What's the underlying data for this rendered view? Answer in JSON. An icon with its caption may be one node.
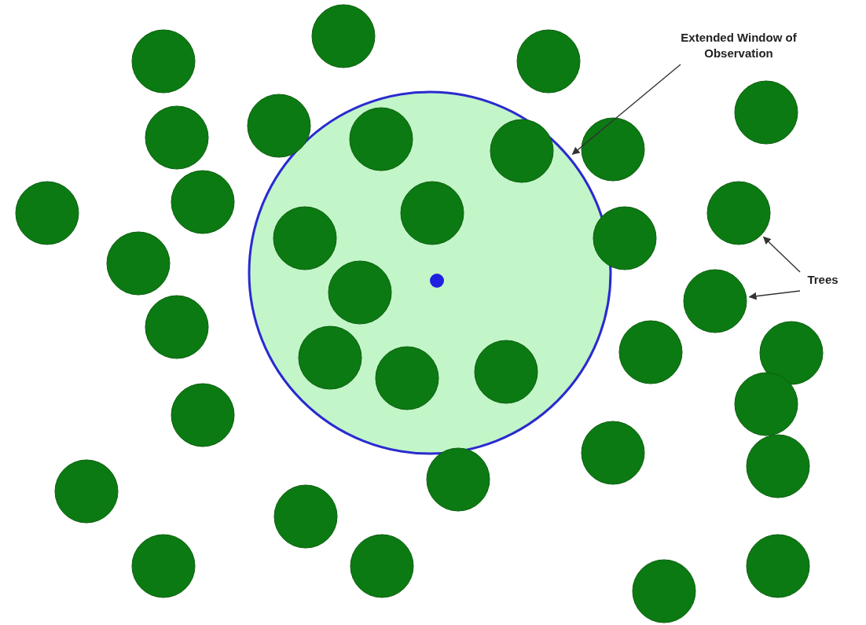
{
  "diagram": {
    "nodes": [
      {
        "text": [
          "Extended Window of Observation"
        ]
      },
      {
        "text": [],
        "shape": "circle"
      },
      {
        "text": [],
        "shape": "circle"
      },
      {
        "text": [
          "Trees"
        ]
      },
      {
        "text": [],
        "shape": "circle"
      }
    ],
    "edges": [
      {
        "from": 0,
        "to": 1,
        "arrow": "to"
      },
      {
        "from": 3,
        "to": 2,
        "arrow": "to"
      },
      {
        "from": 3,
        "to": 4,
        "arrow": "to"
      }
    ]
  }
}
